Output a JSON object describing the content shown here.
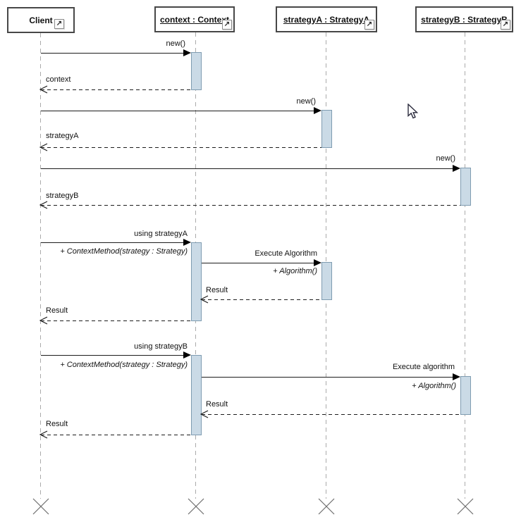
{
  "lifelines": [
    {
      "label": "Client"
    },
    {
      "label": "context : Context"
    },
    {
      "label": "strategyA : StrategyA"
    },
    {
      "label": "strategyB : StrategyB"
    }
  ],
  "messages": {
    "new_context": {
      "label": "new()"
    },
    "ret_context": {
      "label": "context"
    },
    "new_strategyA": {
      "label": "new()"
    },
    "ret_strategyA": {
      "label": "strategyA"
    },
    "new_strategyB": {
      "label": "new()"
    },
    "ret_strategyB": {
      "label": "strategyB"
    },
    "using_strategyA": {
      "label": "using strategyA",
      "operation": "+ ContextMethod(strategy : Strategy)"
    },
    "execute_algorithm_a": {
      "label": "Execute Algorithm",
      "operation": "+ Algorithm()"
    },
    "result_a_inner": {
      "label": "Result"
    },
    "result_a_outer": {
      "label": "Result"
    },
    "using_strategyB": {
      "label": "using strategyB",
      "operation": "+ ContextMethod(strategy : Strategy)"
    },
    "execute_algorithm_b": {
      "label": "Execute algorithm",
      "operation": "+ Algorithm()"
    },
    "result_b_inner": {
      "label": "Result"
    },
    "result_b_outer": {
      "label": "Result"
    }
  },
  "icons": {
    "hyperlink": "↗"
  },
  "colors": {
    "activation_fill": "#cadae6",
    "activation_border": "#7f9cb1",
    "lifeline": "#ababab",
    "message": "#1c1c1c",
    "box_border": "#474747"
  }
}
